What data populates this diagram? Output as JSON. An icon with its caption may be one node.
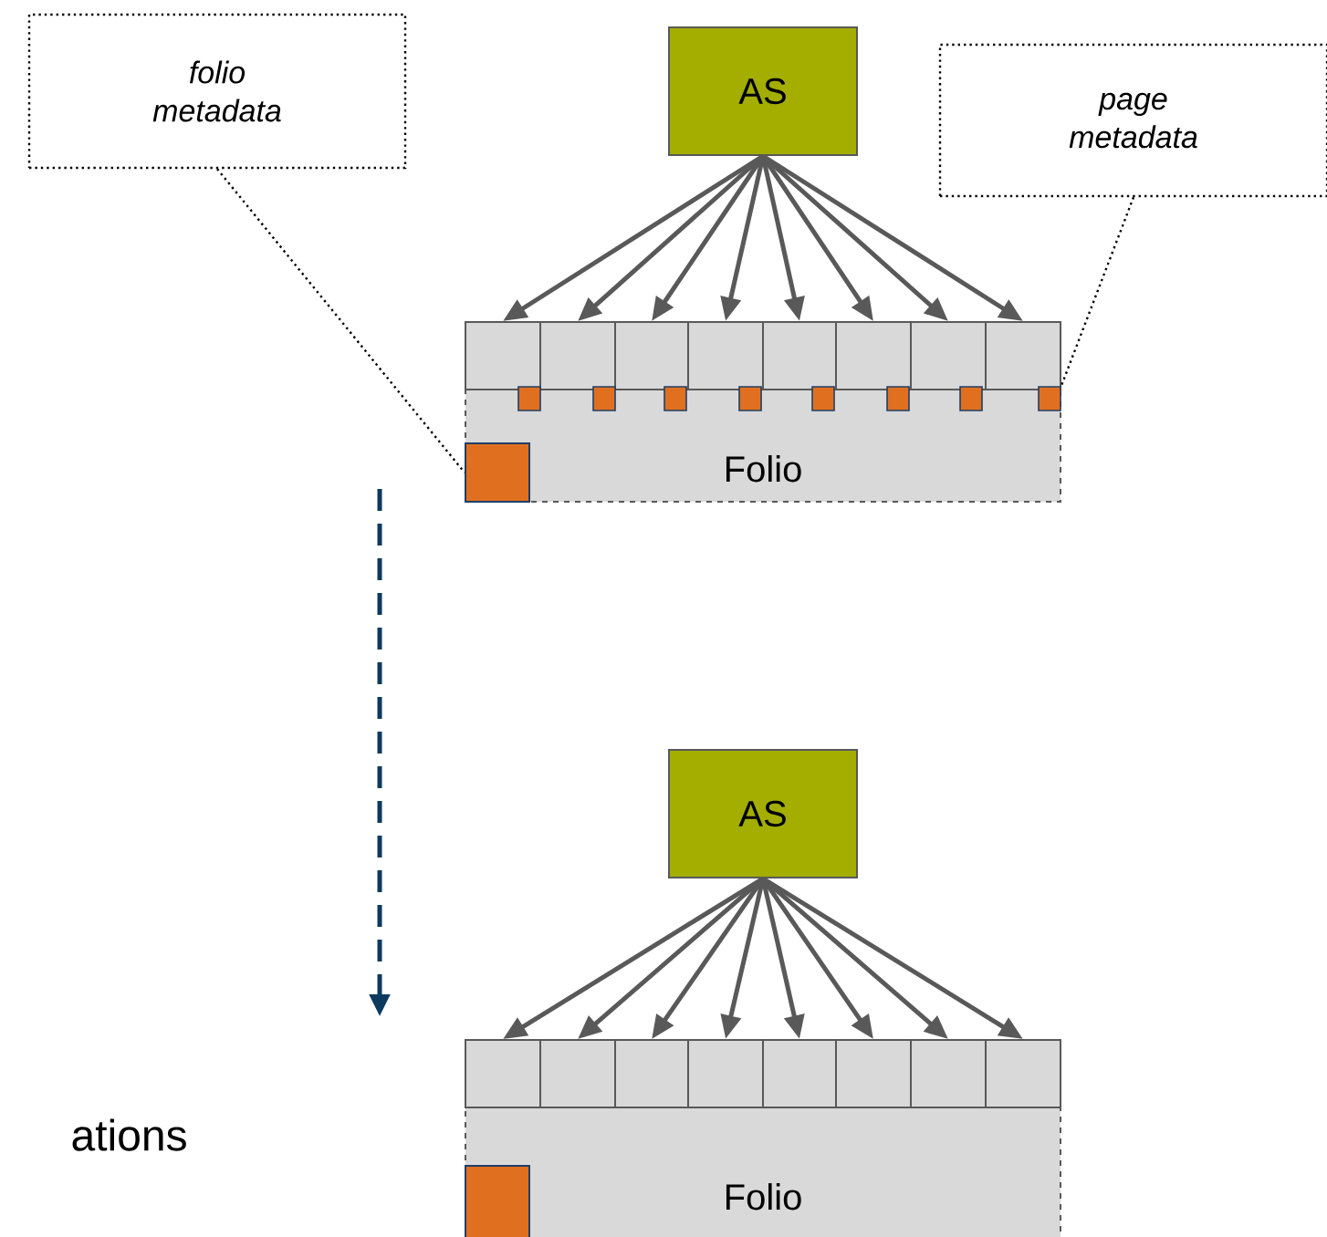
{
  "diagram": {
    "nodes": [
      {
        "text": [
          "folio metadata"
        ]
      },
      {
        "text": [
          "AS"
        ]
      },
      {
        "text": [
          "page metadata"
        ]
      },
      {
        "text": [],
        "shape": "box"
      },
      {
        "text": [],
        "shape": "box"
      },
      {
        "text": [],
        "shape": "box"
      },
      {
        "text": [],
        "shape": "box"
      },
      {
        "text": [],
        "shape": "box"
      },
      {
        "text": [],
        "shape": "box"
      },
      {
        "text": [],
        "shape": "box"
      },
      {
        "text": [],
        "shape": "box"
      },
      {
        "text": [
          "Folio"
        ]
      },
      {
        "text": [],
        "shape": "box",
        "in": 11
      },
      {
        "text": [],
        "shape": "box",
        "in": 11
      },
      {
        "text": [],
        "shape": "box",
        "in": 11
      },
      {
        "text": [],
        "shape": "box",
        "in": 11
      },
      {
        "text": [],
        "shape": "box",
        "in": 11
      },
      {
        "text": [],
        "shape": "box",
        "in": 11
      },
      {
        "text": [],
        "shape": "box",
        "in": 11
      },
      {
        "text": [],
        "shape": "box",
        "in": 11
      },
      {
        "text": [],
        "shape": "box",
        "in": 11
      },
      {
        "text": [
          "AS"
        ]
      },
      {
        "text": [],
        "shape": "box"
      },
      {
        "text": [],
        "shape": "box"
      },
      {
        "text": [],
        "shape": "box"
      },
      {
        "text": [],
        "shape": "box"
      },
      {
        "text": [],
        "shape": "box"
      },
      {
        "text": [],
        "shape": "box"
      },
      {
        "text": [],
        "shape": "box"
      },
      {
        "text": [],
        "shape": "box"
      },
      {
        "text": [
          "Folio"
        ]
      },
      {
        "text": [],
        "shape": "box",
        "in": 30
      }
    ],
    "edges": [
      {
        "from": 1,
        "to": 3,
        "arrow": "to"
      },
      {
        "from": 1,
        "to": 4,
        "arrow": "to"
      },
      {
        "from": 1,
        "to": 5,
        "arrow": "to"
      },
      {
        "from": 1,
        "to": 6,
        "arrow": "to"
      },
      {
        "from": 1,
        "to": 7,
        "arrow": "to"
      },
      {
        "from": 1,
        "to": 8,
        "arrow": "to"
      },
      {
        "from": 1,
        "to": 9,
        "arrow": "to"
      },
      {
        "from": 1,
        "to": 10,
        "arrow": "to"
      },
      {
        "from": 0,
        "to": 20,
        "arrow": "none",
        "style": "dashed",
        "color": "#000000"
      },
      {
        "from": 2,
        "to": 19,
        "arrow": "none",
        "style": "dashed",
        "color": "#000000"
      },
      {
        "from": 21,
        "to": 22,
        "arrow": "to"
      },
      {
        "from": 21,
        "to": 23,
        "arrow": "to"
      },
      {
        "from": 21,
        "to": 24,
        "arrow": "to"
      },
      {
        "from": 21,
        "to": 25,
        "arrow": "to"
      },
      {
        "from": 21,
        "to": 26,
        "arrow": "to"
      },
      {
        "from": 21,
        "to": 27,
        "arrow": "to"
      },
      {
        "from": 21,
        "to": 28,
        "arrow": "to"
      },
      {
        "from": 21,
        "to": 29,
        "arrow": "to"
      }
    ],
    "labels": [
      "ations"
    ]
  }
}
